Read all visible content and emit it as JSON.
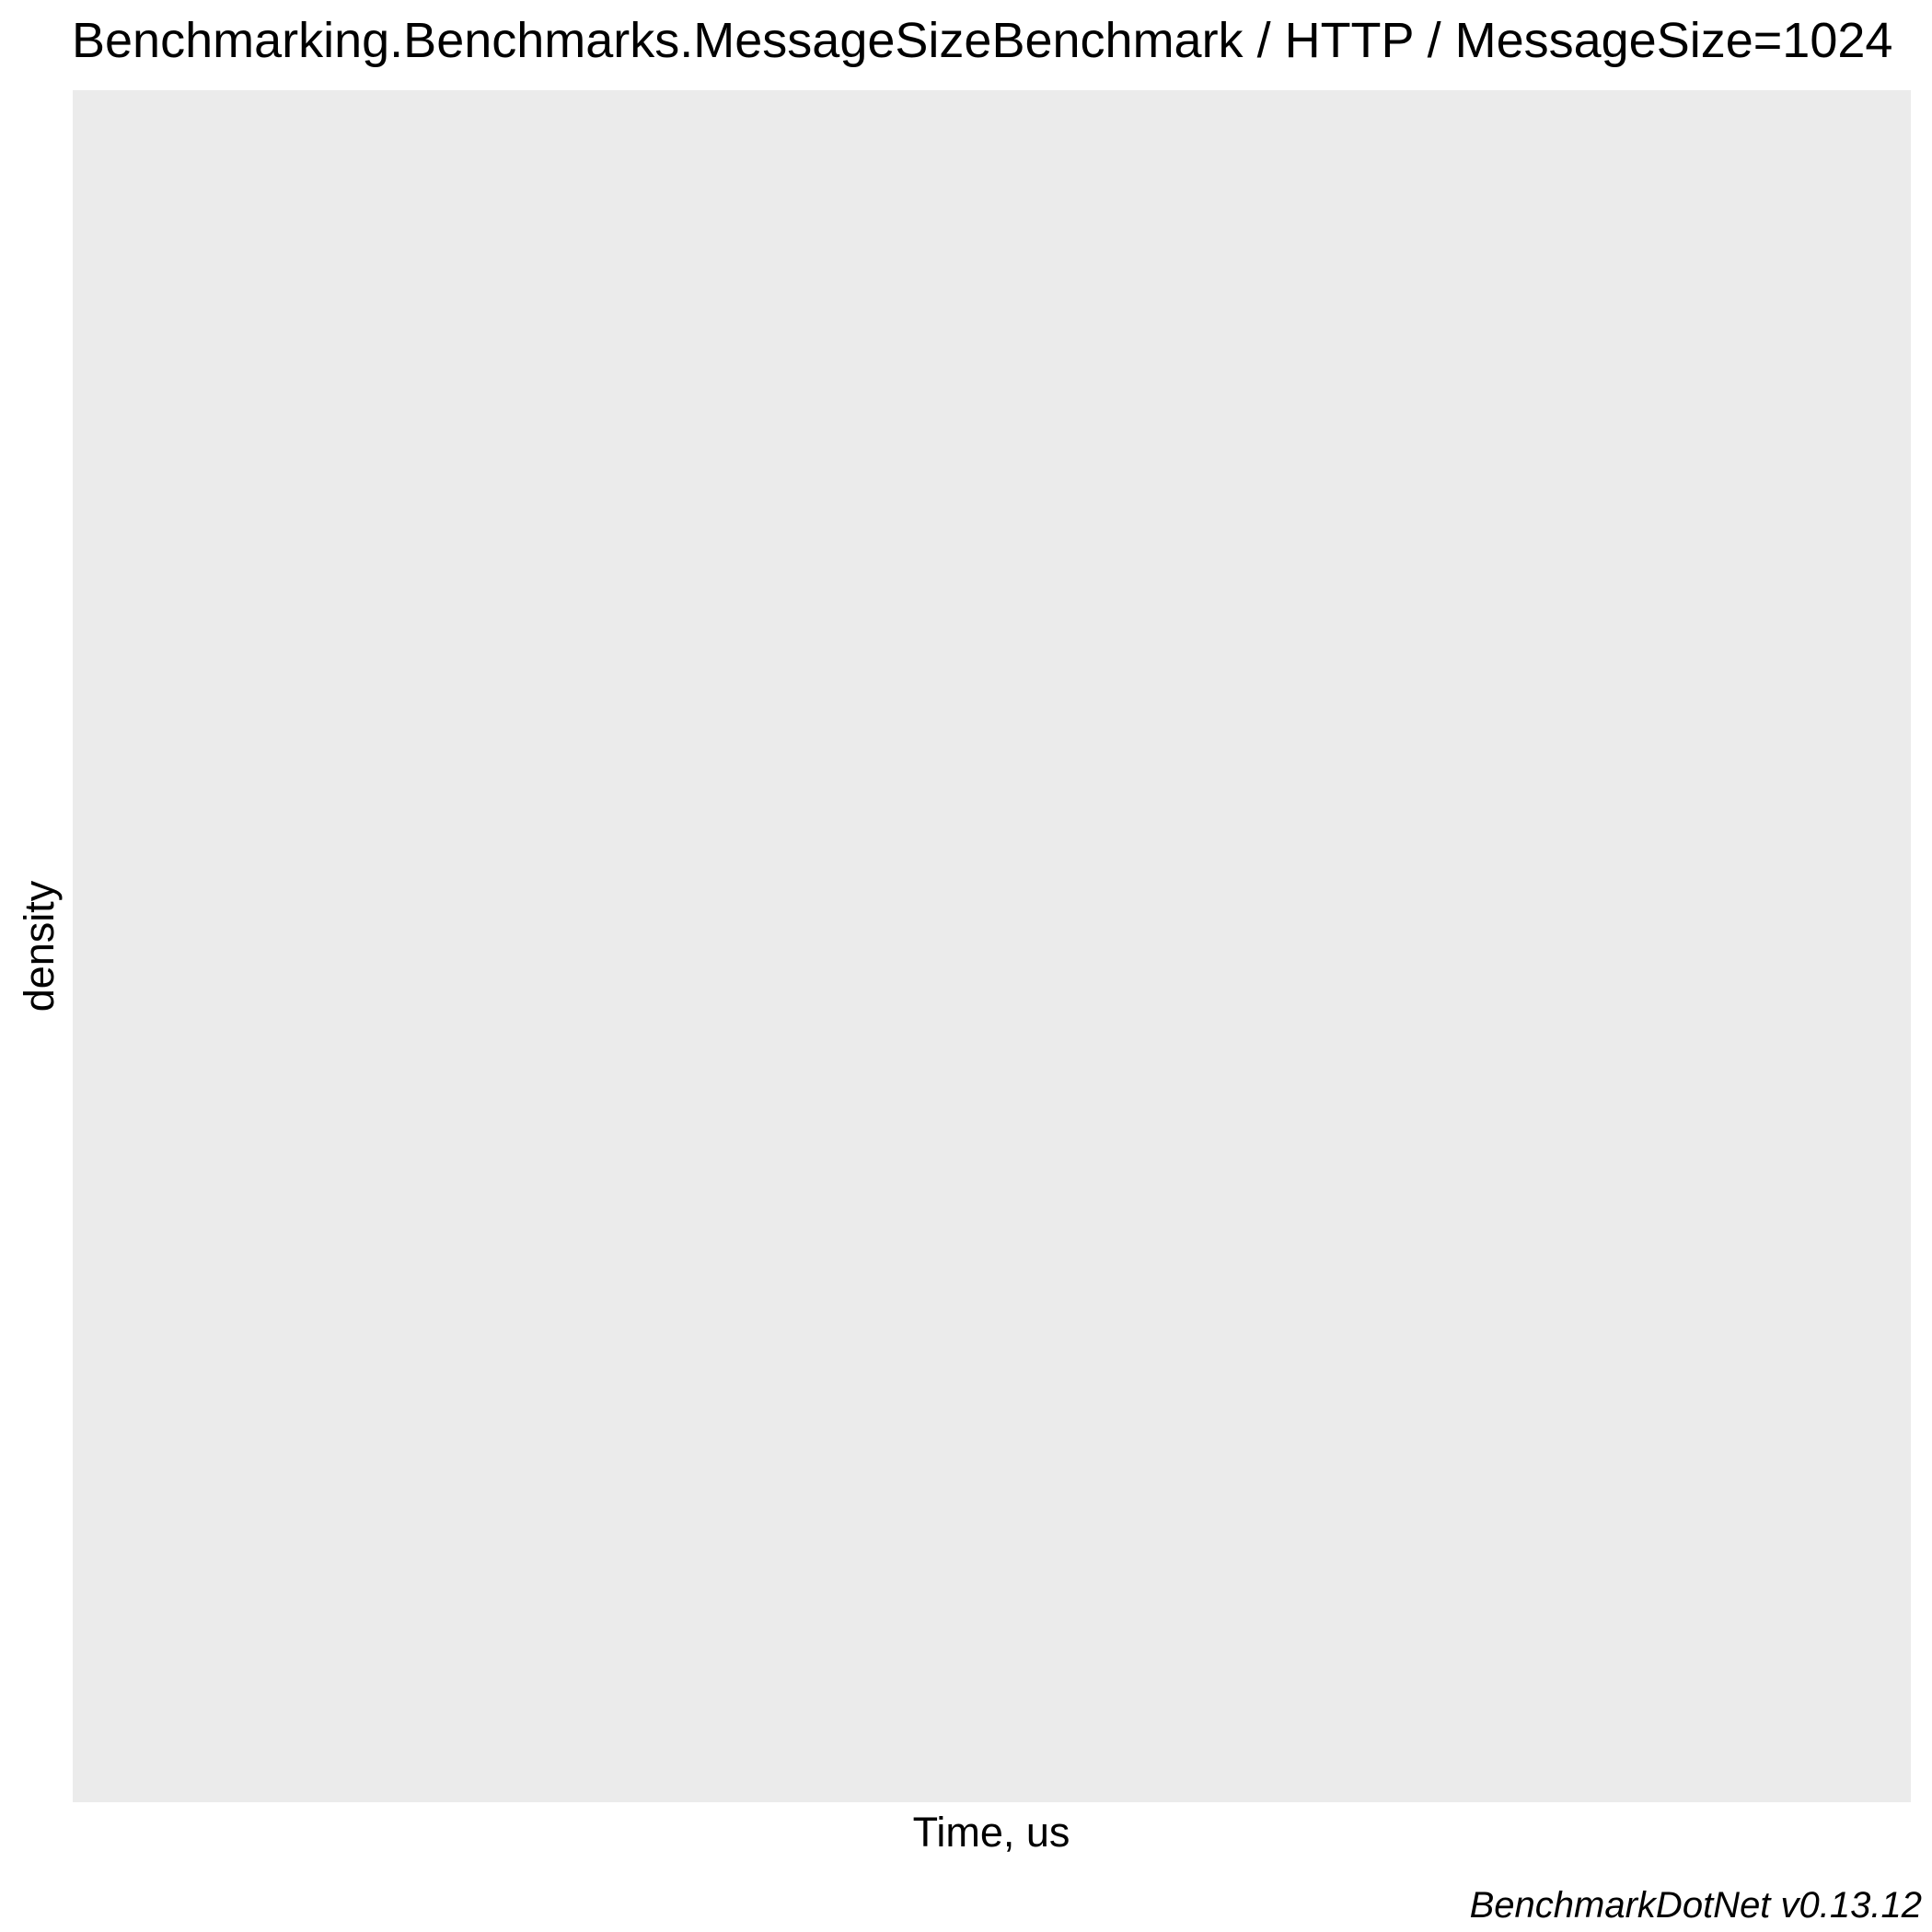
{
  "chart_data": {
    "type": "area",
    "title": "Benchmarking.Benchmarks.MessageSizeBenchmark / HTTP / MessageSize=1024",
    "xlabel": "Time, us",
    "ylabel": "density",
    "caption": "BenchmarkDotNet v0.13.12",
    "series": [],
    "grid": false,
    "legend": "none",
    "colors": {
      "panel_background": "#EBEBEB",
      "page_background": "#FFFFFF",
      "text": "#000000"
    }
  }
}
